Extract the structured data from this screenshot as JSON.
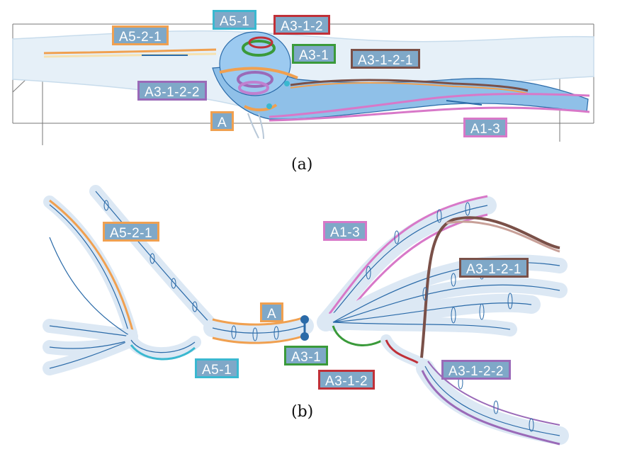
{
  "panel_a": {
    "caption": "(a)",
    "labels": {
      "a5_2_1": "A5-2-1",
      "a5_1": "A5-1",
      "a3_1_2": "A3-1-2",
      "a3_1": "A3-1",
      "a3_1_2_1": "A3-1-2-1",
      "a3_1_2_2": "A3-1-2-2",
      "a": "A",
      "a1_3": "A1-3"
    }
  },
  "panel_b": {
    "caption": "(b)",
    "labels": {
      "a5_2_1": "A5-2-1",
      "a1_3": "A1-3",
      "a3_1_2_1": "A3-1-2-1",
      "a": "A",
      "a5_1": "A5-1",
      "a3_1": "A3-1",
      "a3_1_2": "A3-1-2",
      "a3_1_2_2": "A3-1-2-2"
    }
  },
  "colors": {
    "orange": "#f0a050",
    "cyan": "#3ab8d0",
    "red": "#c03038",
    "green": "#3a9a3a",
    "brown": "#7a5048",
    "purple": "#9a6ab8",
    "pink": "#d878c8",
    "vessel_blue": "#8fc0e8",
    "line_blue": "#2a6aa8"
  }
}
